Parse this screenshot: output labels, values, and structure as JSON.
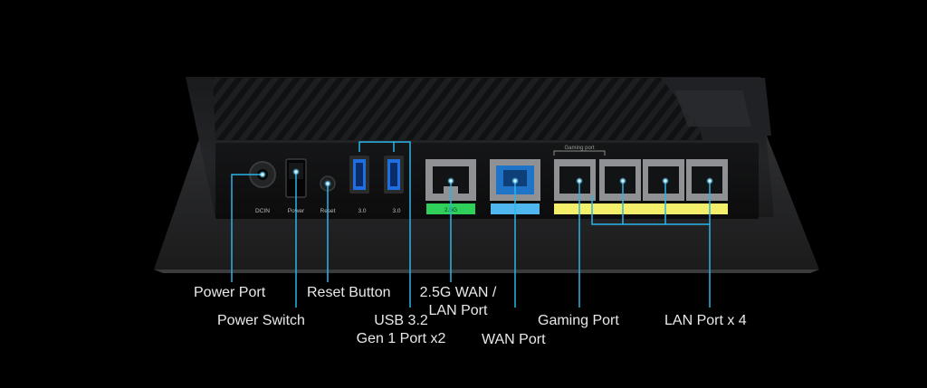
{
  "device": {
    "panel_labels": {
      "dc_in": "DCIN",
      "power": "Power",
      "reset": "Reset",
      "usb_a": "3.0",
      "usb_b": "3.0",
      "gaming_port_tag": "Gaming port",
      "wan_25g_strip": "2.5G"
    },
    "colors": {
      "accent_line": "#2bb5e8",
      "wan_25g_strip": "#2fcf5c",
      "wan_strip": "#4fb6f0",
      "lan_strip": "#f3ef6a",
      "usb_blue": "#1f6fe0"
    }
  },
  "callouts": {
    "power_port": "Power Port",
    "power_switch": "Power Switch",
    "reset_button": "Reset Button",
    "usb_line1": "USB 3.2",
    "usb_line2": "Gen 1 Port x2",
    "wan25_line1": "2.5G WAN /",
    "wan25_line2": "LAN Port",
    "wan_port": "WAN Port",
    "gaming_port": "Gaming Port",
    "lan_ports": "LAN Port x 4"
  }
}
